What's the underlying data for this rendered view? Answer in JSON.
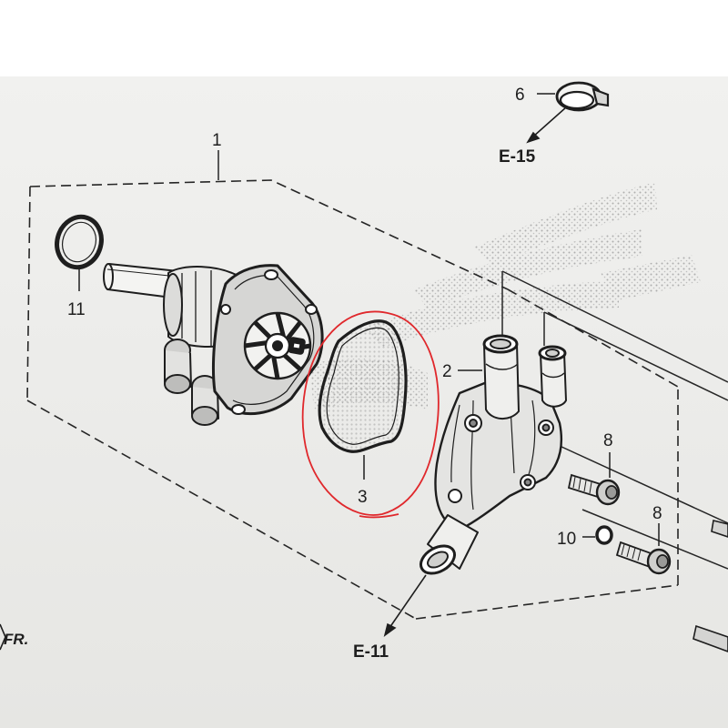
{
  "diagram": {
    "callouts": {
      "c1": "1",
      "c2": "2",
      "c3": "3",
      "c6": "6",
      "c8a": "8",
      "c8b": "8",
      "c10": "10",
      "c11": "11"
    },
    "references": {
      "e15": "E-15",
      "e11": "E-11"
    },
    "direction": "FR.",
    "highlight_color": "#e0282c",
    "ink_color": "#1e1e1e"
  }
}
